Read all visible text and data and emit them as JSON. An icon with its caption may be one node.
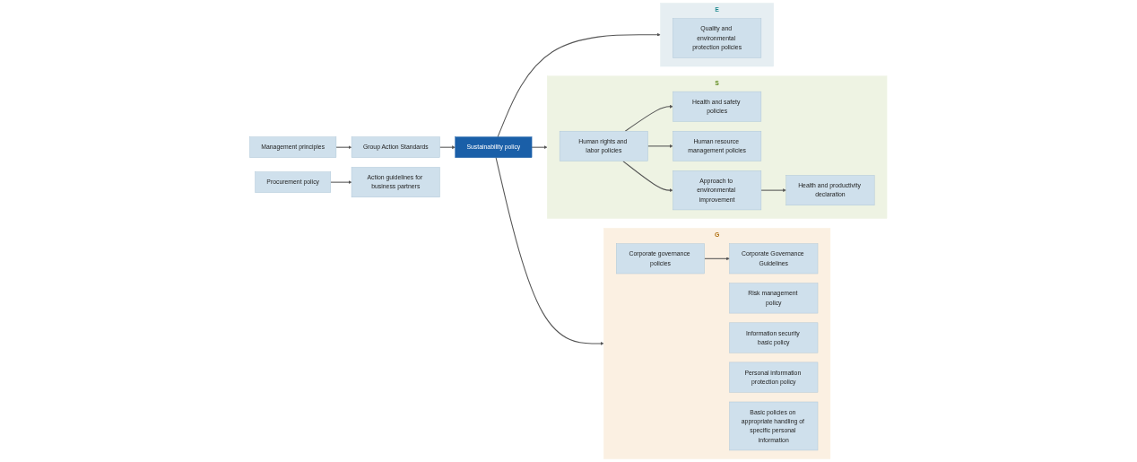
{
  "diagram": {
    "nodes": [
      {
        "text": [
          "Management principles"
        ]
      },
      {
        "text": [
          "Group Action Standards"
        ]
      },
      {
        "text": [
          "Sustainability policy"
        ]
      },
      {
        "text": [
          "E"
        ]
      },
      {
        "text": [
          "Quality and environmental protection policies"
        ],
        "in": 3
      },
      {
        "text": [
          "S"
        ]
      },
      {
        "text": [
          "Health and safety policies"
        ],
        "in": 5
      },
      {
        "text": [
          "Human rights and labor policies"
        ],
        "in": 5
      },
      {
        "text": [
          "Human resource management policies"
        ],
        "in": 5
      },
      {
        "text": [
          "Approach to environmental improvement"
        ],
        "in": 5
      },
      {
        "text": [
          "Health and productivity declaration"
        ],
        "in": 5
      },
      {
        "text": [
          "G"
        ]
      },
      {
        "text": [
          "Corporate governance policies"
        ],
        "in": 11
      },
      {
        "text": [
          "Corporate Governance Guidelines"
        ],
        "in": 11
      },
      {
        "text": [
          "Risk management policy"
        ],
        "in": 11
      },
      {
        "text": [
          "Information security basic policy"
        ],
        "in": 11
      },
      {
        "text": [
          "Personal information protection policy"
        ],
        "in": 11
      },
      {
        "text": [
          "Basic policies on appropriate handling of specific personal information"
        ],
        "in": 11
      },
      {
        "text": [
          "Procurement policy"
        ]
      },
      {
        "text": [
          "Action guidelines for business partners"
        ]
      }
    ],
    "edges": [
      {
        "from": 0,
        "to": 1,
        "arrow": "to"
      },
      {
        "from": 1,
        "to": 2,
        "arrow": "to"
      },
      {
        "from": 2,
        "to": 3,
        "arrow": "to"
      },
      {
        "from": 2,
        "to": 5,
        "arrow": "to"
      },
      {
        "from": 2,
        "to": 11,
        "arrow": "to"
      },
      {
        "from": 7,
        "to": 6,
        "arrow": "to"
      },
      {
        "from": 7,
        "to": 8,
        "arrow": "to"
      },
      {
        "from": 7,
        "to": 9,
        "arrow": "to"
      },
      {
        "from": 9,
        "to": 10,
        "arrow": "to"
      },
      {
        "from": 12,
        "to": 13,
        "arrow": "to"
      },
      {
        "from": 18,
        "to": 19,
        "arrow": "to"
      }
    ]
  }
}
